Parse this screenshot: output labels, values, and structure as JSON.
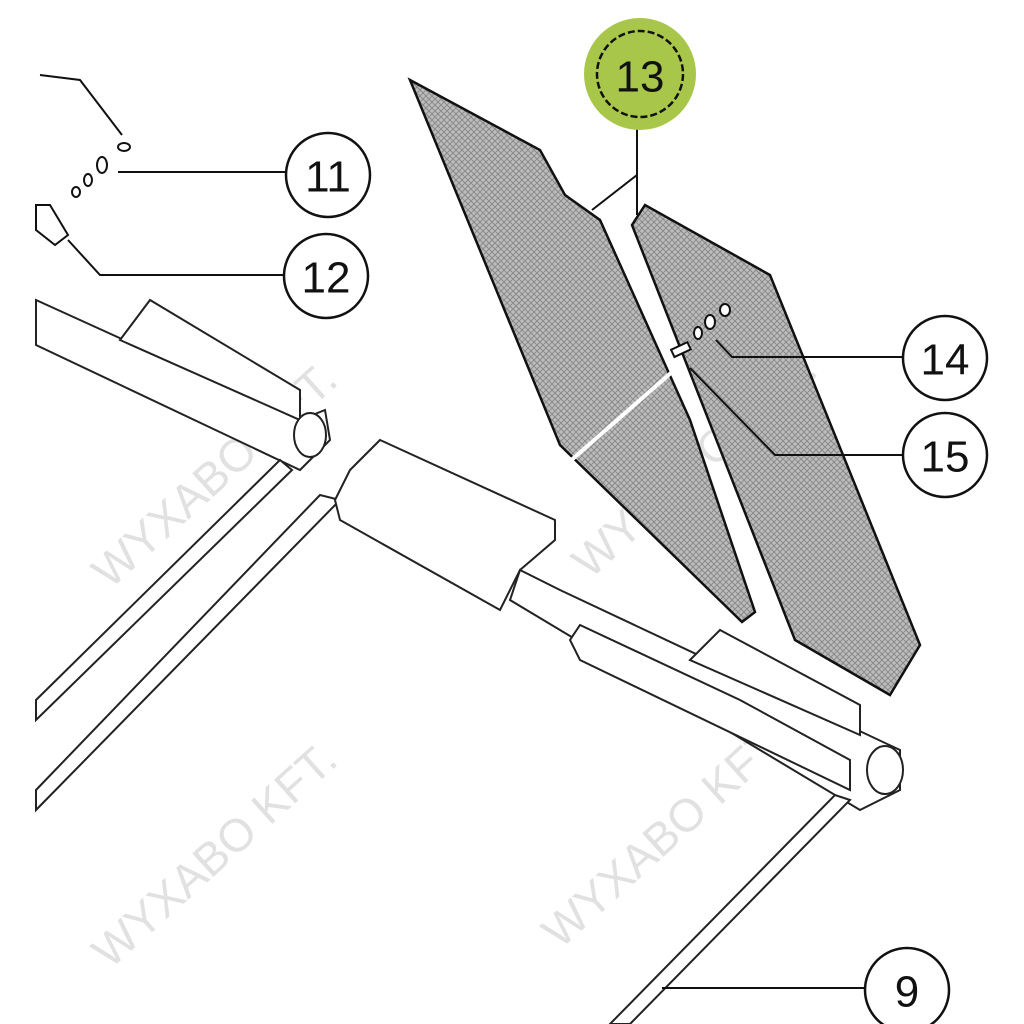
{
  "diagram": {
    "callouts": [
      {
        "id": "11",
        "label": "11",
        "highlighted": false
      },
      {
        "id": "12",
        "label": "12",
        "highlighted": false
      },
      {
        "id": "13",
        "label": "13",
        "highlighted": true
      },
      {
        "id": "14",
        "label": "14",
        "highlighted": false
      },
      {
        "id": "15",
        "label": "15",
        "highlighted": false
      },
      {
        "id": "9",
        "label": "9",
        "highlighted": false
      }
    ],
    "highlight_color": "#a8c64a",
    "watermark": "WYXABO KFT."
  }
}
